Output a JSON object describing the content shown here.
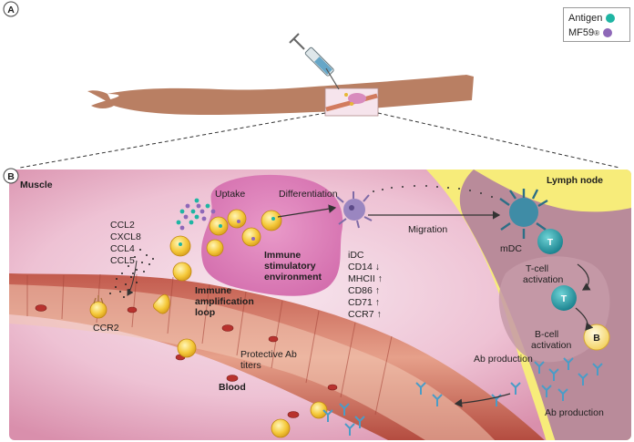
{
  "panels": {
    "a": "A",
    "b": "B"
  },
  "legend": {
    "items": [
      {
        "label": "Antigen",
        "color": "#1fb5a3"
      },
      {
        "label": "MF59",
        "sup": "®",
        "color": "#8e68b8"
      }
    ]
  },
  "regions": {
    "muscle": "Muscle",
    "lymph_node": "Lymph node",
    "blood": "Blood"
  },
  "labels": {
    "uptake": "Uptake",
    "differentiation": "Differentiation",
    "migration": "Migration",
    "mdc": "mDC",
    "ccr2": "CCR2",
    "protective": [
      "Protective Ab",
      "titers"
    ],
    "env": [
      "Immune",
      "stimulatory",
      "environment"
    ],
    "loop": [
      "Immune",
      "amplification",
      "loop"
    ],
    "tcell_activation": [
      "T-cell",
      "activation"
    ],
    "bcell_activation": [
      "B-cell",
      "activation"
    ],
    "ab_production_1": "Ab production",
    "ab_production_2": "Ab production",
    "t1": "T",
    "t2": "T",
    "b": "B"
  },
  "chemokines": [
    "CCL2",
    "CXCL8",
    "CCL4",
    "CCL5"
  ],
  "markers": [
    "iDC",
    "CD14 ↓",
    "MHCII ↑",
    "CD86 ↑",
    "CD71 ↑",
    "CCR7 ↑"
  ]
}
